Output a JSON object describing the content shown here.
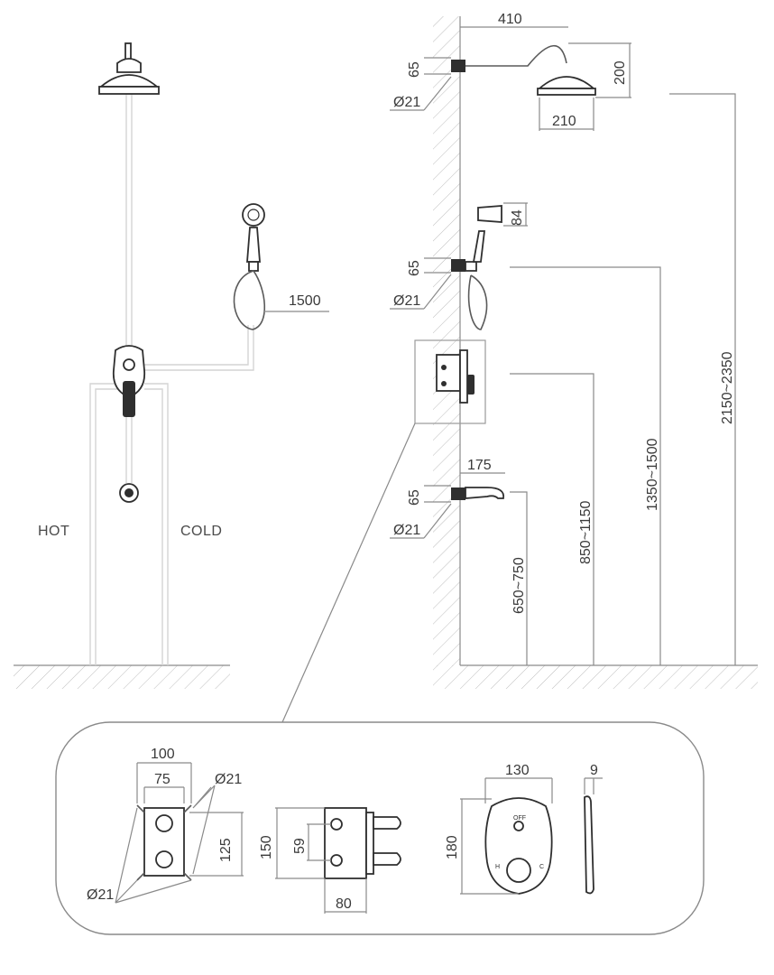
{
  "left_view": {
    "hot_label": "HOT",
    "cold_label": "COLD",
    "hose_length": "1500"
  },
  "right_view": {
    "head_arm_length": "410",
    "head_arm_height": "200",
    "head_diameter": "210",
    "wall_outlet_top": "65",
    "pipe_dia_top": "Ø21",
    "handshower_width": "84",
    "wall_outlet_mid": "65",
    "pipe_dia_mid": "Ø21",
    "spout_length": "175",
    "wall_outlet_bottom": "65",
    "pipe_dia_bottom": "Ø21",
    "height_spout": "650~750",
    "height_mixer": "850~1150",
    "height_handshower": "1350~1500",
    "height_showerhead": "2150~2350"
  },
  "detail": {
    "box_outer": "100",
    "box_inner": "75",
    "box_height": "125",
    "pipe_dia_a": "Ø21",
    "pipe_dia_b": "Ø21",
    "body_height": "150",
    "outlet_spacing": "59",
    "body_depth": "80",
    "plate_width": "130",
    "plate_height": "180",
    "plate_thickness": "9",
    "plate_off_label": "OFF",
    "plate_h_label": "H",
    "plate_c_label": "C"
  }
}
